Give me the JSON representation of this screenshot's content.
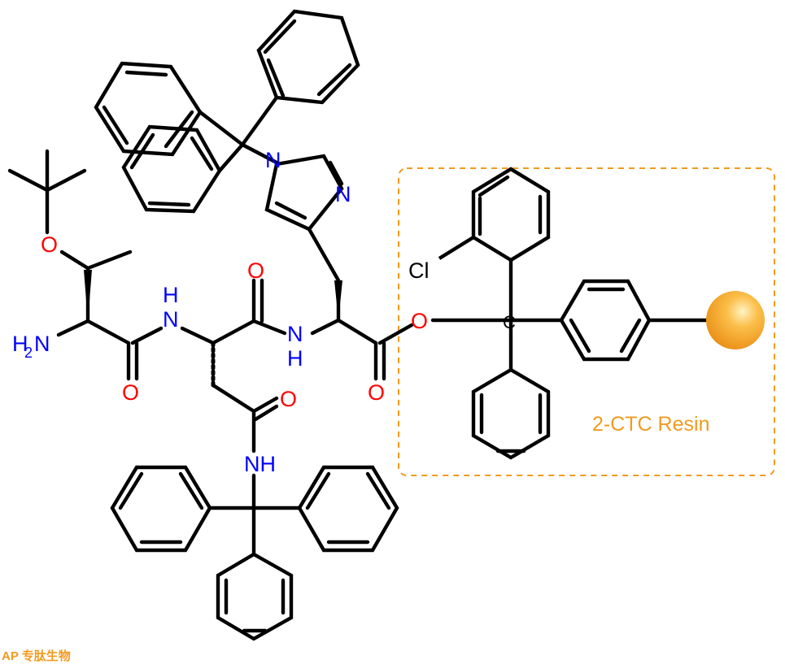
{
  "atom_labels": {
    "amine_n": "N",
    "amine_h2": "H",
    "amine_sub": "2",
    "ether_o": "O",
    "carbonyl1_o": "O",
    "amide1_nh_h": "H",
    "amide1_nh_n": "N",
    "carbonyl2_o": "O",
    "amide2_nh_n": "N",
    "amide2_nh_h": "H",
    "sidechain_carbonyl_o": "O",
    "sidechain_nh": "NH",
    "imidazole_n1": "N",
    "imidazole_n3": "N",
    "carbonyl3_o": "O",
    "ester_o": "O",
    "chloro": "Cl",
    "trityl_c": "C"
  },
  "resin_label": "2-CTC Resin",
  "watermark": "AP 专肽生物",
  "colors": {
    "bond": "#000000",
    "oxygen": "#ff0000",
    "nitrogen": "#0000ff",
    "resin": "#f29a1e",
    "resin_bead": "#f5a623",
    "watermark": "#f29a1e"
  }
}
